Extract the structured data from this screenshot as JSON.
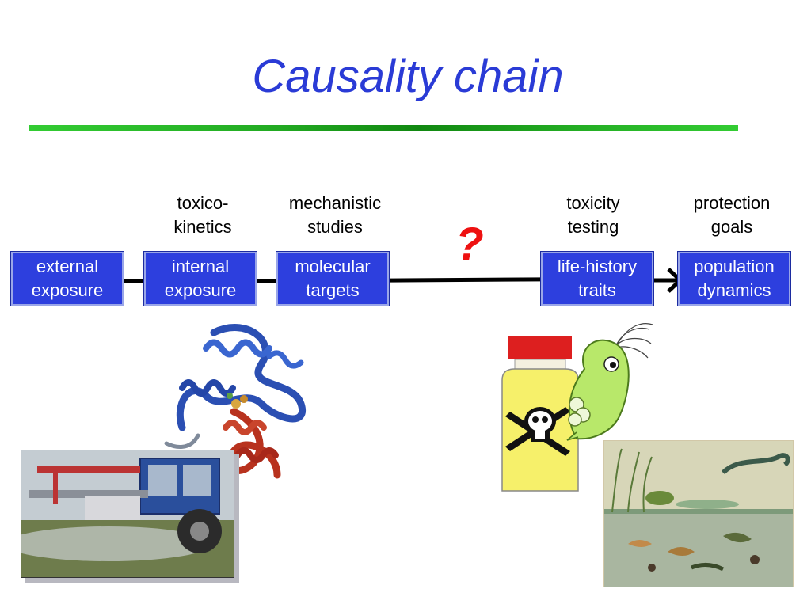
{
  "title": "Causality chain",
  "stage_labels": {
    "toxicokinetics": [
      "toxico-",
      "kinetics"
    ],
    "mechanistic": [
      "mechanistic",
      "studies"
    ],
    "toxicity": [
      "toxicity",
      "testing"
    ],
    "protection": [
      "protection",
      "goals"
    ]
  },
  "boxes": {
    "external": [
      "external",
      "exposure"
    ],
    "internal": [
      "internal",
      "exposure"
    ],
    "molecular": [
      "molecular",
      "targets"
    ],
    "lifehistory": [
      "life-history",
      "traits"
    ],
    "population": [
      "population",
      "dynamics"
    ]
  },
  "unknown_link": "?",
  "colors": {
    "title": "#2a3bd6",
    "box_fill": "#2d3fde",
    "question": "#ee1111",
    "rule": "#22aa22"
  },
  "illustrations": {
    "protein": "protein-structure-icon",
    "tractor": "tractor-spraying-photo",
    "bottle": "poison-bottle-icon",
    "daphnia": "water-flea-icon",
    "pond": "pond-life-illustration"
  }
}
